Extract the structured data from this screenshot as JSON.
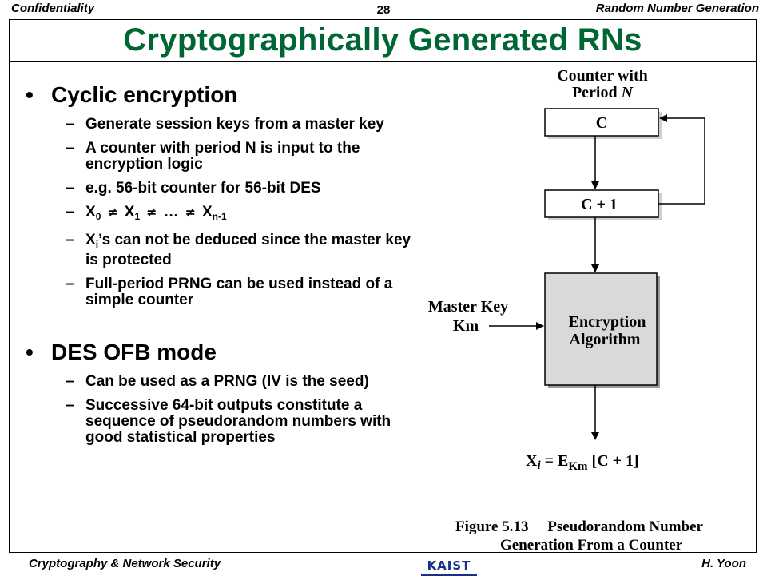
{
  "header": {
    "left": "Confidentiality",
    "page_number": "28",
    "right": "Random Number Generation"
  },
  "title": "Cryptographically Generated RNs",
  "section1": {
    "heading": "Cyclic encryption",
    "items": [
      "Generate session keys from a master key",
      "A counter with period N is input to the encryption logic",
      "e.g. 56-bit counter for 56-bit DES"
    ],
    "seq": {
      "x": "X",
      "s0": "0",
      "s1": "1",
      "ellipsis": "…",
      "sn": "n-1",
      "neq": "≠"
    },
    "xi_item": {
      "x": "X",
      "i": "i",
      "rest": "’s can not be deduced since the master key is protected"
    },
    "last_item": "Full-period PRNG can be used instead of a simple counter"
  },
  "section2": {
    "heading": "DES OFB mode",
    "items": [
      "Can be used as a PRNG (IV is the seed)",
      "Successive 64-bit outputs constitute a sequence of pseudorandom numbers with good statistical properties"
    ]
  },
  "figure": {
    "counter_label_1": "Counter with",
    "counter_label_2": "Period ",
    "counter_label_n": "N",
    "box_c": "C",
    "box_c1": "C + 1",
    "master_key_1": "Master Key",
    "master_key_2": "Km",
    "alg_1": "Encryption",
    "alg_2": "Algorithm",
    "out_x": "X",
    "out_i": "i",
    "out_eq": " = E",
    "out_km": "Km",
    "out_rest": " [C + 1]",
    "caption_1": "Figure 5.13     Pseudorandom Number",
    "caption_2": "Generation From a Counter"
  },
  "footer": {
    "left": "Cryptography & Network Security",
    "logo": "KAIST",
    "right": "H. Yoon"
  }
}
